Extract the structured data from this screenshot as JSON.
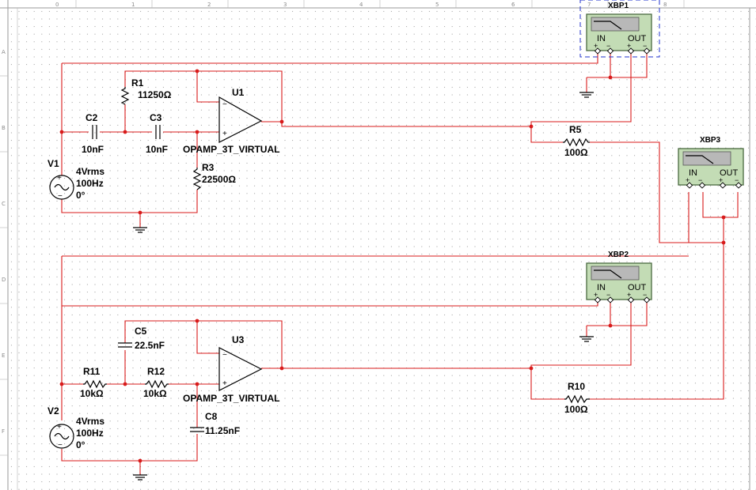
{
  "app": {
    "colors": {
      "wire": "#d81b1b",
      "grid_dot": "#9a9a9a",
      "instrument_fill": "#c3dcb5",
      "instrument_screen": "#b8b8b8",
      "selection": "#2233cc"
    }
  },
  "ruler": {
    "columns": [
      "0",
      "1",
      "2",
      "3",
      "4",
      "5",
      "6",
      "7",
      "8"
    ],
    "rows": [
      "A",
      "B",
      "C",
      "D",
      "E",
      "F"
    ]
  },
  "circuit1": {
    "source": {
      "ref": "V1",
      "amplitude": "4Vrms",
      "frequency": "100Hz",
      "phase": "0°"
    },
    "c2": {
      "ref": "C2",
      "value": "10nF"
    },
    "c3": {
      "ref": "C3",
      "value": "10nF"
    },
    "r1": {
      "ref": "R1",
      "value": "11250Ω"
    },
    "r3": {
      "ref": "R3",
      "value": "22500Ω"
    },
    "opamp": {
      "ref": "U1",
      "model": "OPAMP_3T_VIRTUAL"
    },
    "r5": {
      "ref": "R5",
      "value": "100Ω"
    }
  },
  "circuit2": {
    "source": {
      "ref": "V2",
      "amplitude": "4Vrms",
      "frequency": "100Hz",
      "phase": "0°"
    },
    "r11": {
      "ref": "R11",
      "value": "10kΩ"
    },
    "r12": {
      "ref": "R12",
      "value": "10kΩ"
    },
    "c5": {
      "ref": "C5",
      "value": "22.5nF"
    },
    "c8": {
      "ref": "C8",
      "value": "11.25nF"
    },
    "opamp": {
      "ref": "U3",
      "model": "OPAMP_3T_VIRTUAL"
    },
    "r10": {
      "ref": "R10",
      "value": "100Ω"
    }
  },
  "instruments": [
    {
      "ref": "XBP1",
      "in_label": "IN",
      "out_label": "OUT",
      "selected": true
    },
    {
      "ref": "XBP2",
      "in_label": "IN",
      "out_label": "OUT",
      "selected": false
    },
    {
      "ref": "XBP3",
      "in_label": "IN",
      "out_label": "OUT",
      "selected": false
    }
  ],
  "pin_symbols": {
    "plus": "+",
    "minus": "−"
  }
}
